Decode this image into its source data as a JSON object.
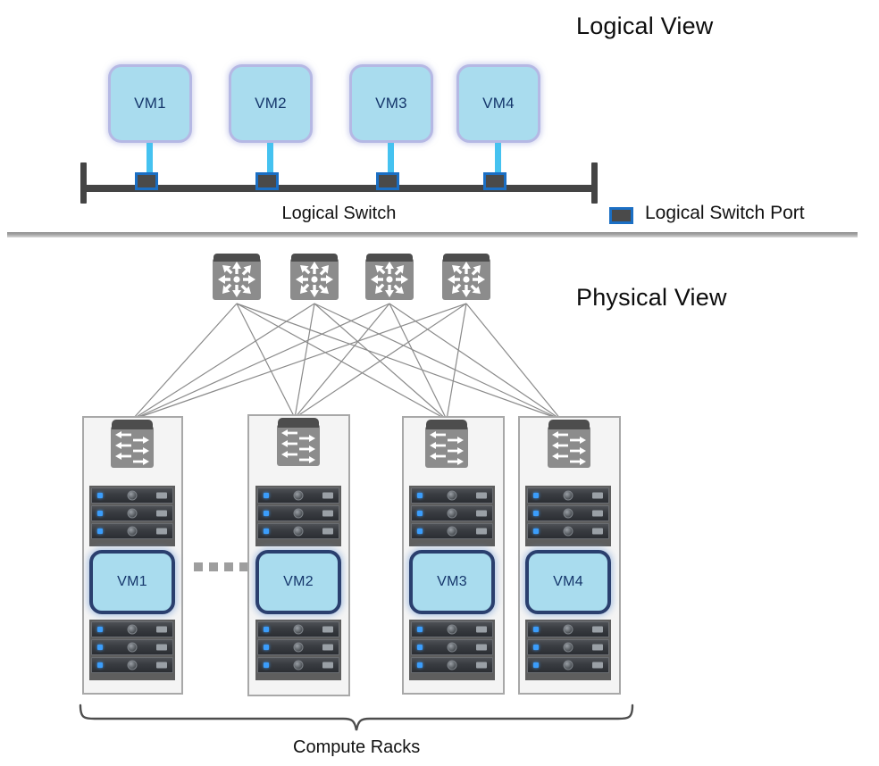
{
  "diagram": {
    "logical_view": {
      "title": "Logical View",
      "vms": [
        {
          "label": "VM1"
        },
        {
          "label": "VM2"
        },
        {
          "label": "VM3"
        },
        {
          "label": "VM4"
        }
      ],
      "switch_caption": "Logical Switch",
      "port_count": 4,
      "legend": {
        "swatch_icon": "logical-switch-port-icon",
        "label": "Logical Switch Port"
      }
    },
    "physical_view": {
      "title": "Physical View",
      "spines": [
        {
          "icon": "router-icon"
        },
        {
          "icon": "router-icon"
        },
        {
          "icon": "router-icon"
        },
        {
          "icon": "router-icon"
        }
      ],
      "racks": [
        {
          "tor_icon": "switch-icon",
          "vm_label": "VM1",
          "servers_above": 3,
          "servers_below": 3
        },
        {
          "tor_icon": "switch-icon",
          "vm_label": "VM2",
          "servers_above": 3,
          "servers_below": 3
        },
        {
          "tor_icon": "switch-icon",
          "vm_label": "VM3",
          "servers_above": 3,
          "servers_below": 3
        },
        {
          "tor_icon": "switch-icon",
          "vm_label": "VM4",
          "servers_above": 3,
          "servers_below": 3
        }
      ],
      "ellipsis_dots": 4,
      "brace_caption": "Compute Racks"
    },
    "colors": {
      "vm_fill": "#a9dcee",
      "vm_text": "#15366b",
      "vm_border_logical": "#b5b8e4",
      "vm_border_physical": "#2a3f6e",
      "link_blue": "#45c2f0",
      "port_border": "#1b6fc4",
      "switch_bar": "#444444",
      "device_gray": "#8c8c8c",
      "device_lid": "#4d4d4d",
      "rack_fill": "#f4f4f4",
      "rack_border": "#a8a8a8",
      "server_led": "#3b9dfb",
      "mesh_line": "#8a8a8a"
    }
  }
}
